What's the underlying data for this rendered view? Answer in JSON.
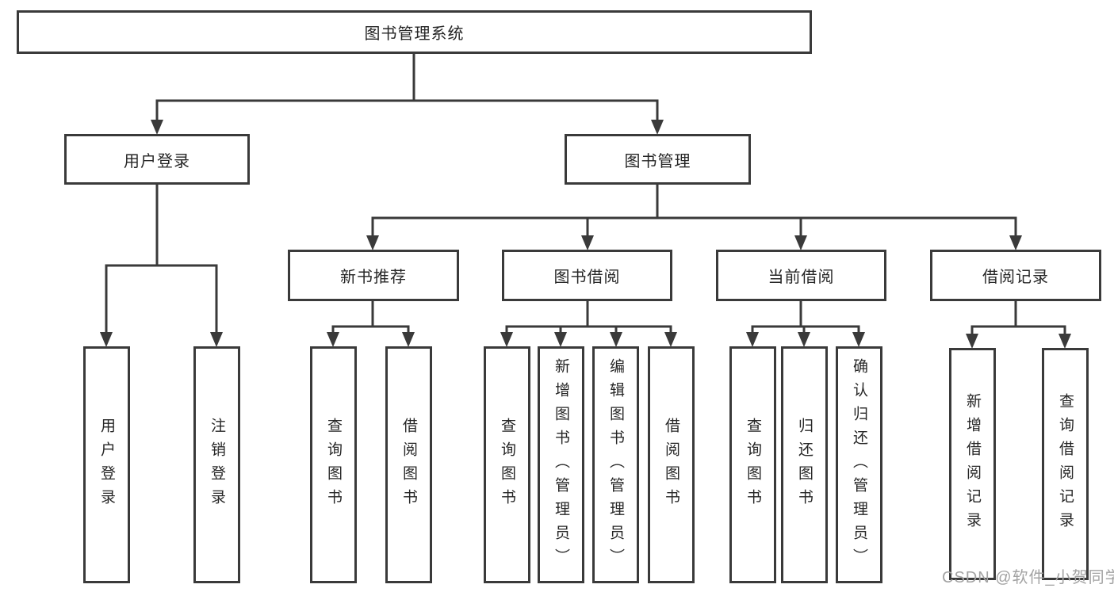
{
  "tree": {
    "root": "图书管理系统",
    "branches": [
      {
        "label": "用户登录",
        "leaves": [
          "用户登录",
          "注销登录"
        ]
      },
      {
        "label": "图书管理",
        "sections": [
          {
            "label": "新书推荐",
            "leaves": [
              "查询图书",
              "借阅图书"
            ]
          },
          {
            "label": "图书借阅",
            "leaves": [
              "查询图书",
              "新增图书（管理员）",
              "编辑图书（管理员）",
              "借阅图书"
            ]
          },
          {
            "label": "当前借阅",
            "leaves": [
              "查询图书",
              "归还图书",
              "确认归还（管理员）"
            ]
          },
          {
            "label": "借阅记录",
            "leaves": [
              "新增借阅记录",
              "查询借阅记录"
            ]
          }
        ]
      }
    ]
  },
  "colors": {
    "box_border": "#3a3a3a",
    "connector_line": "#3a3a3a",
    "text": "#262626",
    "background": "#ffffff",
    "watermark_text_color": "#a3a3a3"
  },
  "watermark": {
    "text": "CSDN @软件_小贺同学"
  }
}
